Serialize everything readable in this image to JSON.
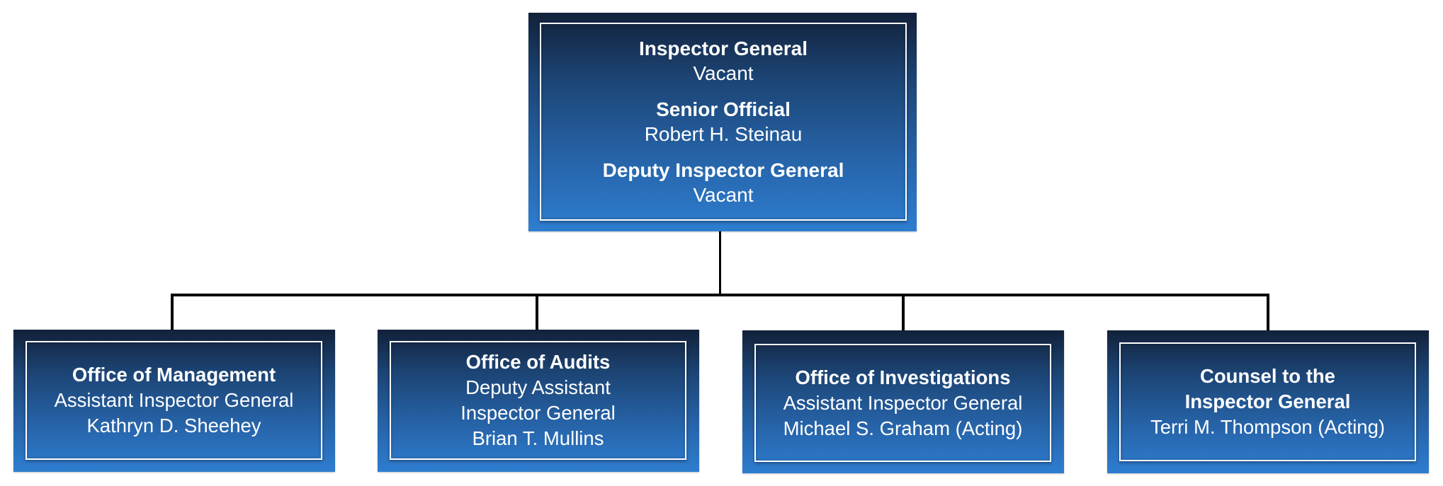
{
  "org_chart": {
    "top": {
      "groups": [
        {
          "title": "Inspector General",
          "name": "Vacant"
        },
        {
          "title": "Senior Official",
          "name": "Robert H. Steinau"
        },
        {
          "title": "Deputy Inspector General",
          "name": "Vacant"
        }
      ]
    },
    "offices": [
      {
        "title_lines": [
          "Office of Management"
        ],
        "detail_lines": [
          "Assistant Inspector General",
          "Kathryn D. Sheehey"
        ]
      },
      {
        "title_lines": [
          "Office of Audits"
        ],
        "detail_lines": [
          "Deputy Assistant",
          "Inspector General",
          "Brian T. Mullins"
        ]
      },
      {
        "title_lines": [
          "Office of Investigations"
        ],
        "detail_lines": [
          "Assistant Inspector General",
          "Michael S. Graham (Acting)"
        ]
      },
      {
        "title_lines": [
          "Counsel to the",
          "Inspector General"
        ],
        "detail_lines": [
          "Terri M. Thompson (Acting)"
        ]
      }
    ]
  },
  "colors": {
    "box_gradient_top": "#12213a",
    "box_gradient_bottom": "#2e7dd0",
    "text": "#ffffff",
    "connector": "#000000",
    "background": "#ffffff"
  }
}
